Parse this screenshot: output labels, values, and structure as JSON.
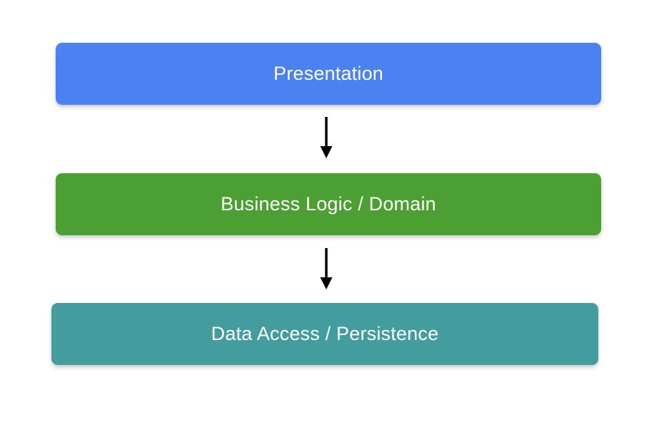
{
  "diagram": {
    "background_color": "#FFFFFF",
    "label_color": "#FFFFFF",
    "arrow_color": "#000000",
    "layers": [
      {
        "id": "presentation",
        "label": "Presentation",
        "color": "#4B81F0"
      },
      {
        "id": "business",
        "label": "Business Logic / Domain",
        "color": "#4C9F33"
      },
      {
        "id": "data",
        "label": "Data Access / Persistence",
        "color": "#439C9D"
      }
    ]
  }
}
